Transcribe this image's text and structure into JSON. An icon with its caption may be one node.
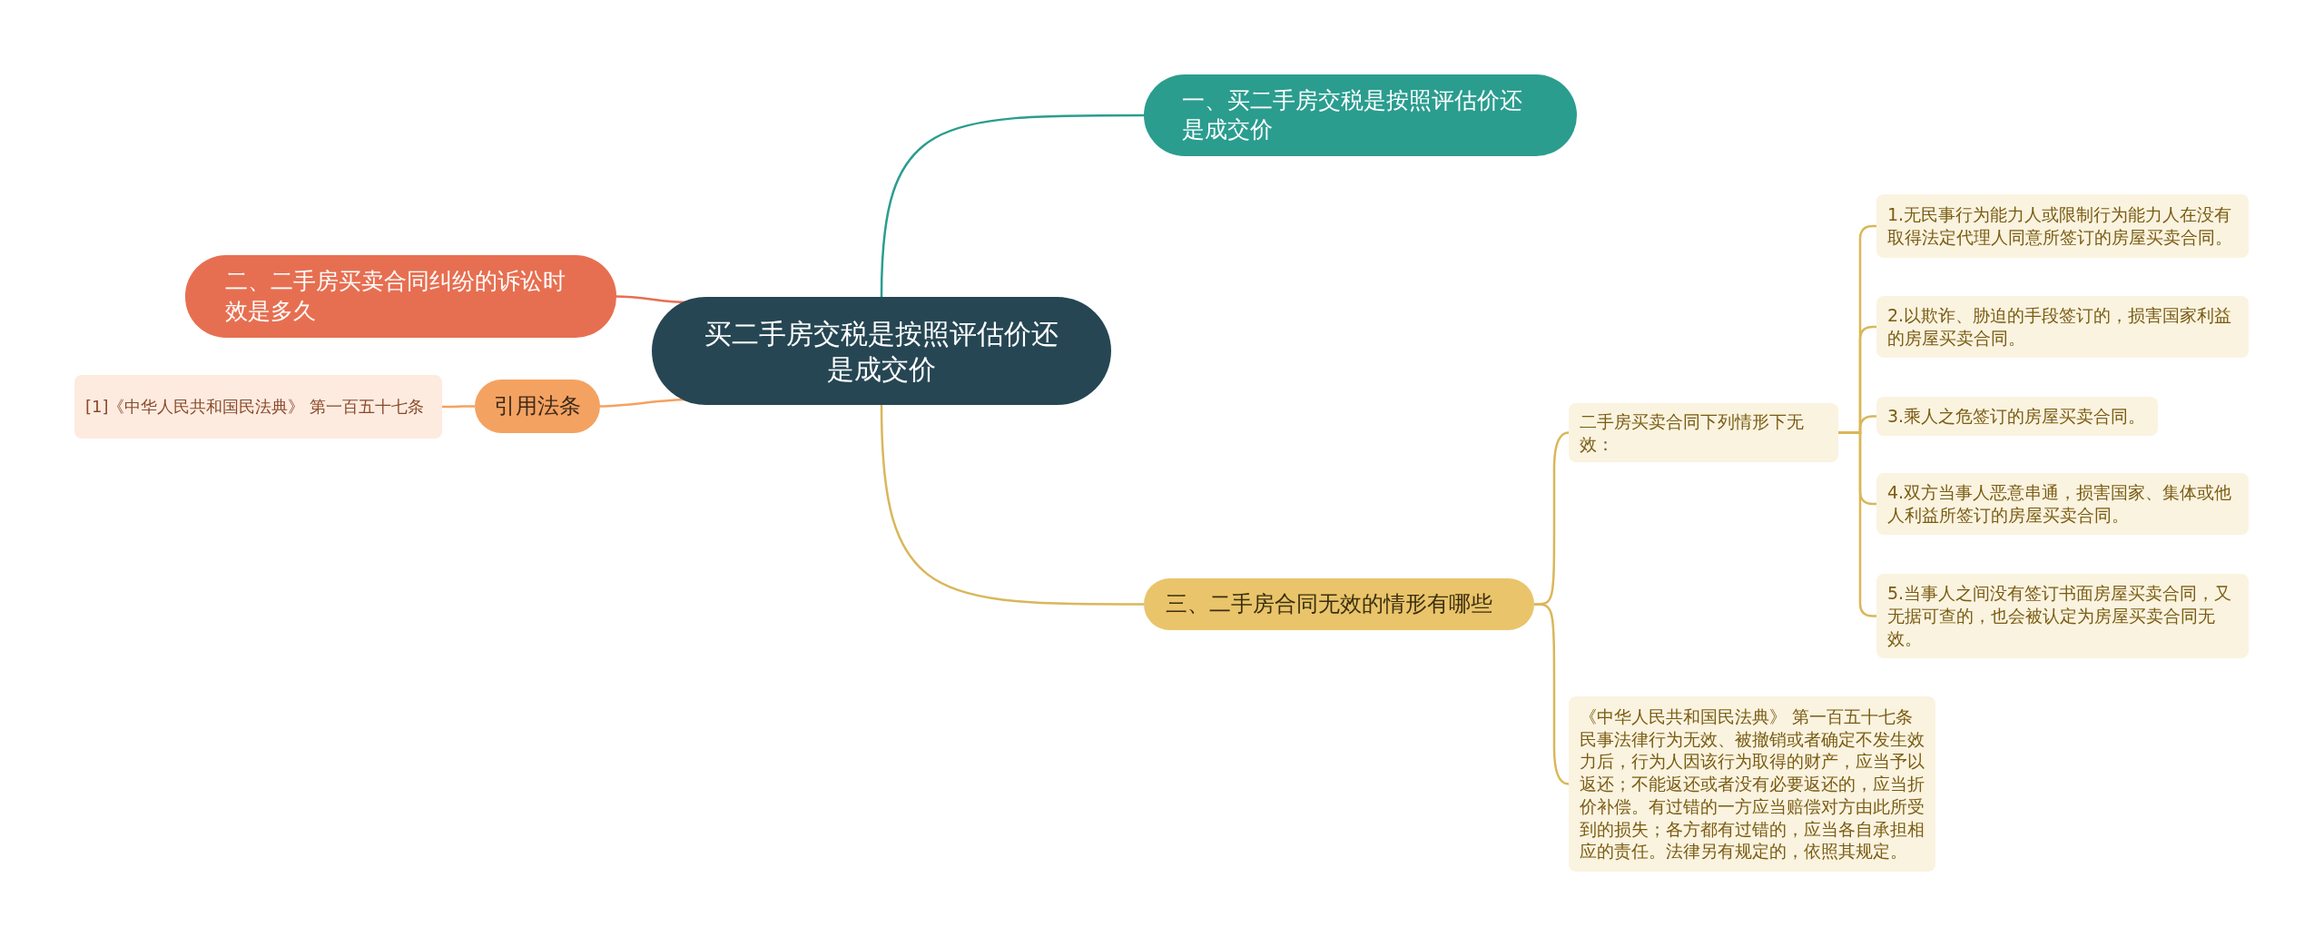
{
  "diagram": {
    "nodes": [
      {
        "text": [
          "买二手房交税是按照评估价还是成交价"
        ]
      },
      {
        "text": [
          "一、买二手房交税是按照评估价还是成交价"
        ]
      },
      {
        "text": [
          "二、二手房买卖合同纠纷的诉讼时效是多久"
        ]
      },
      {
        "text": [
          "引用法条"
        ]
      },
      {
        "text": [
          "[1]《中华人民共和国民法典》 第一百五十七条"
        ]
      },
      {
        "text": [
          "三、二手房合同无效的情形有哪些"
        ]
      },
      {
        "text": [
          "二手房买卖合同下列情形下无效："
        ]
      },
      {
        "text": [
          "1.无民事行为能力人或限制行为能力人在没有取得法定代理人同意所签订的房屋买卖合同。"
        ]
      },
      {
        "text": [
          "2.以欺诈、胁迫的手段签订的，损害国家利益的房屋买卖合同。"
        ]
      },
      {
        "text": [
          "3.乘人之危签订的房屋买卖合同。"
        ]
      },
      {
        "text": [
          "4.双方当事人恶意串通，损害国家、集体或他人利益所签订的房屋买卖合同。"
        ]
      },
      {
        "text": [
          "5.当事人之间没有签订书面房屋买卖合同，又无据可查的，也会被认定为房屋买卖合同无效。"
        ]
      },
      {
        "text": [
          "《中华人民共和国民法典》 第一百五十七条",
          "民事法律行为无效、被撤销或者确定不发生效力后，行为人因该行为取得的财产，应当予以返还；不能返还或者没有必要返还的，应当折价补偿。有过错的一方应当赔偿对方由此所受到的损失；各方都有过错的，应当各自承担相应的责任。法律另有规定的，依照其规定。"
        ]
      }
    ],
    "edges": [
      {
        "from": 0,
        "to": 1,
        "arrow": "none",
        "color": "#2a9d8f"
      },
      {
        "from": 0,
        "to": 2,
        "arrow": "none",
        "color": "#e76f51"
      },
      {
        "from": 0,
        "to": 3,
        "arrow": "none",
        "color": "#f4a261"
      },
      {
        "from": 3,
        "to": 4,
        "arrow": "none",
        "color": "#f4a261"
      },
      {
        "from": 0,
        "to": 5,
        "arrow": "none"
      },
      {
        "from": 5,
        "to": 6,
        "arrow": "none"
      },
      {
        "from": 6,
        "to": 7,
        "arrow": "none"
      },
      {
        "from": 6,
        "to": 8,
        "arrow": "none"
      },
      {
        "from": 6,
        "to": 9,
        "arrow": "none"
      },
      {
        "from": 6,
        "to": 10,
        "arrow": "none"
      },
      {
        "from": 6,
        "to": 11,
        "arrow": "none"
      },
      {
        "from": 5,
        "to": 12,
        "arrow": "none"
      }
    ]
  }
}
